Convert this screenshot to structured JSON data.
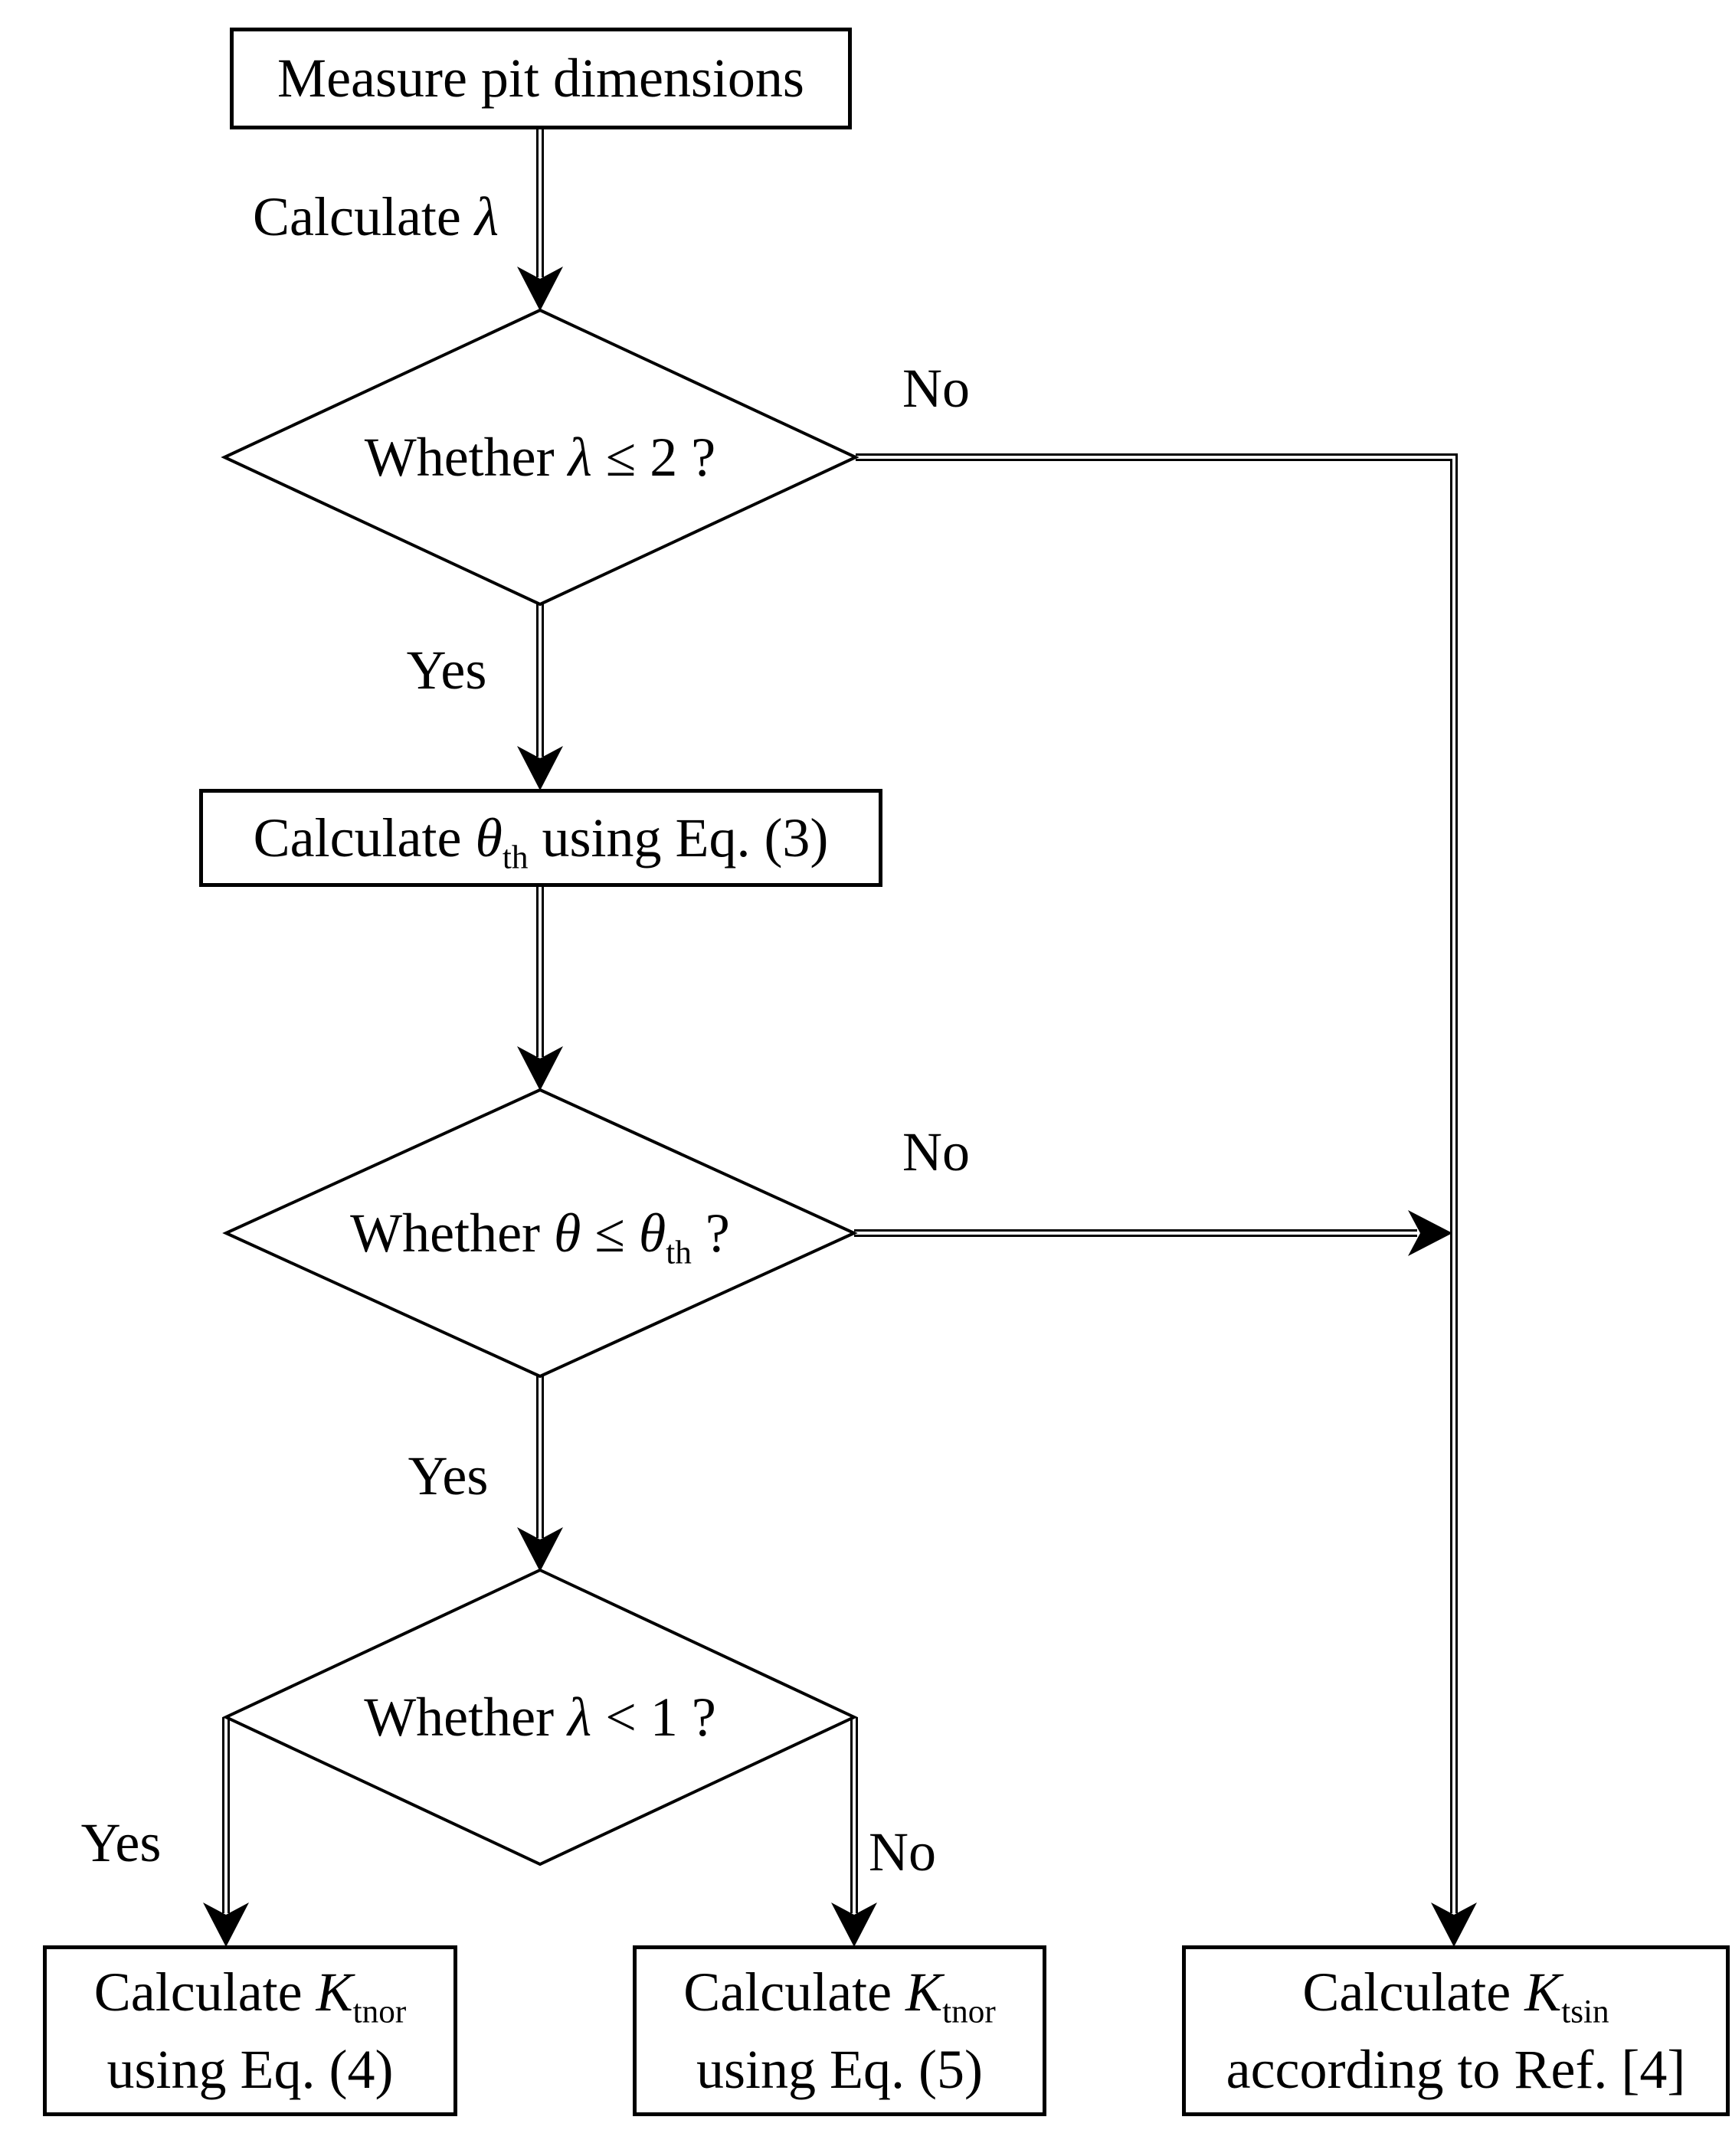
{
  "figure": {
    "type": "flowchart",
    "background": "#ffffff",
    "line_color": "#000000"
  },
  "nodes": {
    "measure": {
      "label": "Measure pit dimensions"
    },
    "decision_lambda_le2": {
      "pre": "Whether ",
      "var": "λ",
      "post": " ≤ 2 ?"
    },
    "calc_theta": {
      "pre": "Calculate ",
      "var": "θ",
      "sub": "th",
      "post": " using Eq. (3)"
    },
    "decision_theta": {
      "pre": "Whether ",
      "var1": "θ",
      "mid": " ≤ ",
      "var2": "θ",
      "sub": "th",
      "post": " ?"
    },
    "decision_lambda_lt1": {
      "pre": "Whether ",
      "var": "λ",
      "post": " < 1 ?"
    },
    "calc_k_eq4": {
      "pre": "Calculate ",
      "var": "K",
      "sub": "tnor",
      "line2": "using Eq. (4)"
    },
    "calc_k_eq5": {
      "pre": "Calculate ",
      "var": "K",
      "sub": "tnor",
      "line2": "using Eq. (5)"
    },
    "calc_k_ref4": {
      "pre": "Calculate ",
      "var": "K",
      "sub": "tsin",
      "line2": "according to Ref. [4]"
    }
  },
  "edge_labels": {
    "calc_lambda_pre": "Calculate ",
    "calc_lambda_var": "λ",
    "yes1": "Yes",
    "no1": "No",
    "yes2": "Yes",
    "no2": "No",
    "yes3": "Yes",
    "no3": "No"
  }
}
